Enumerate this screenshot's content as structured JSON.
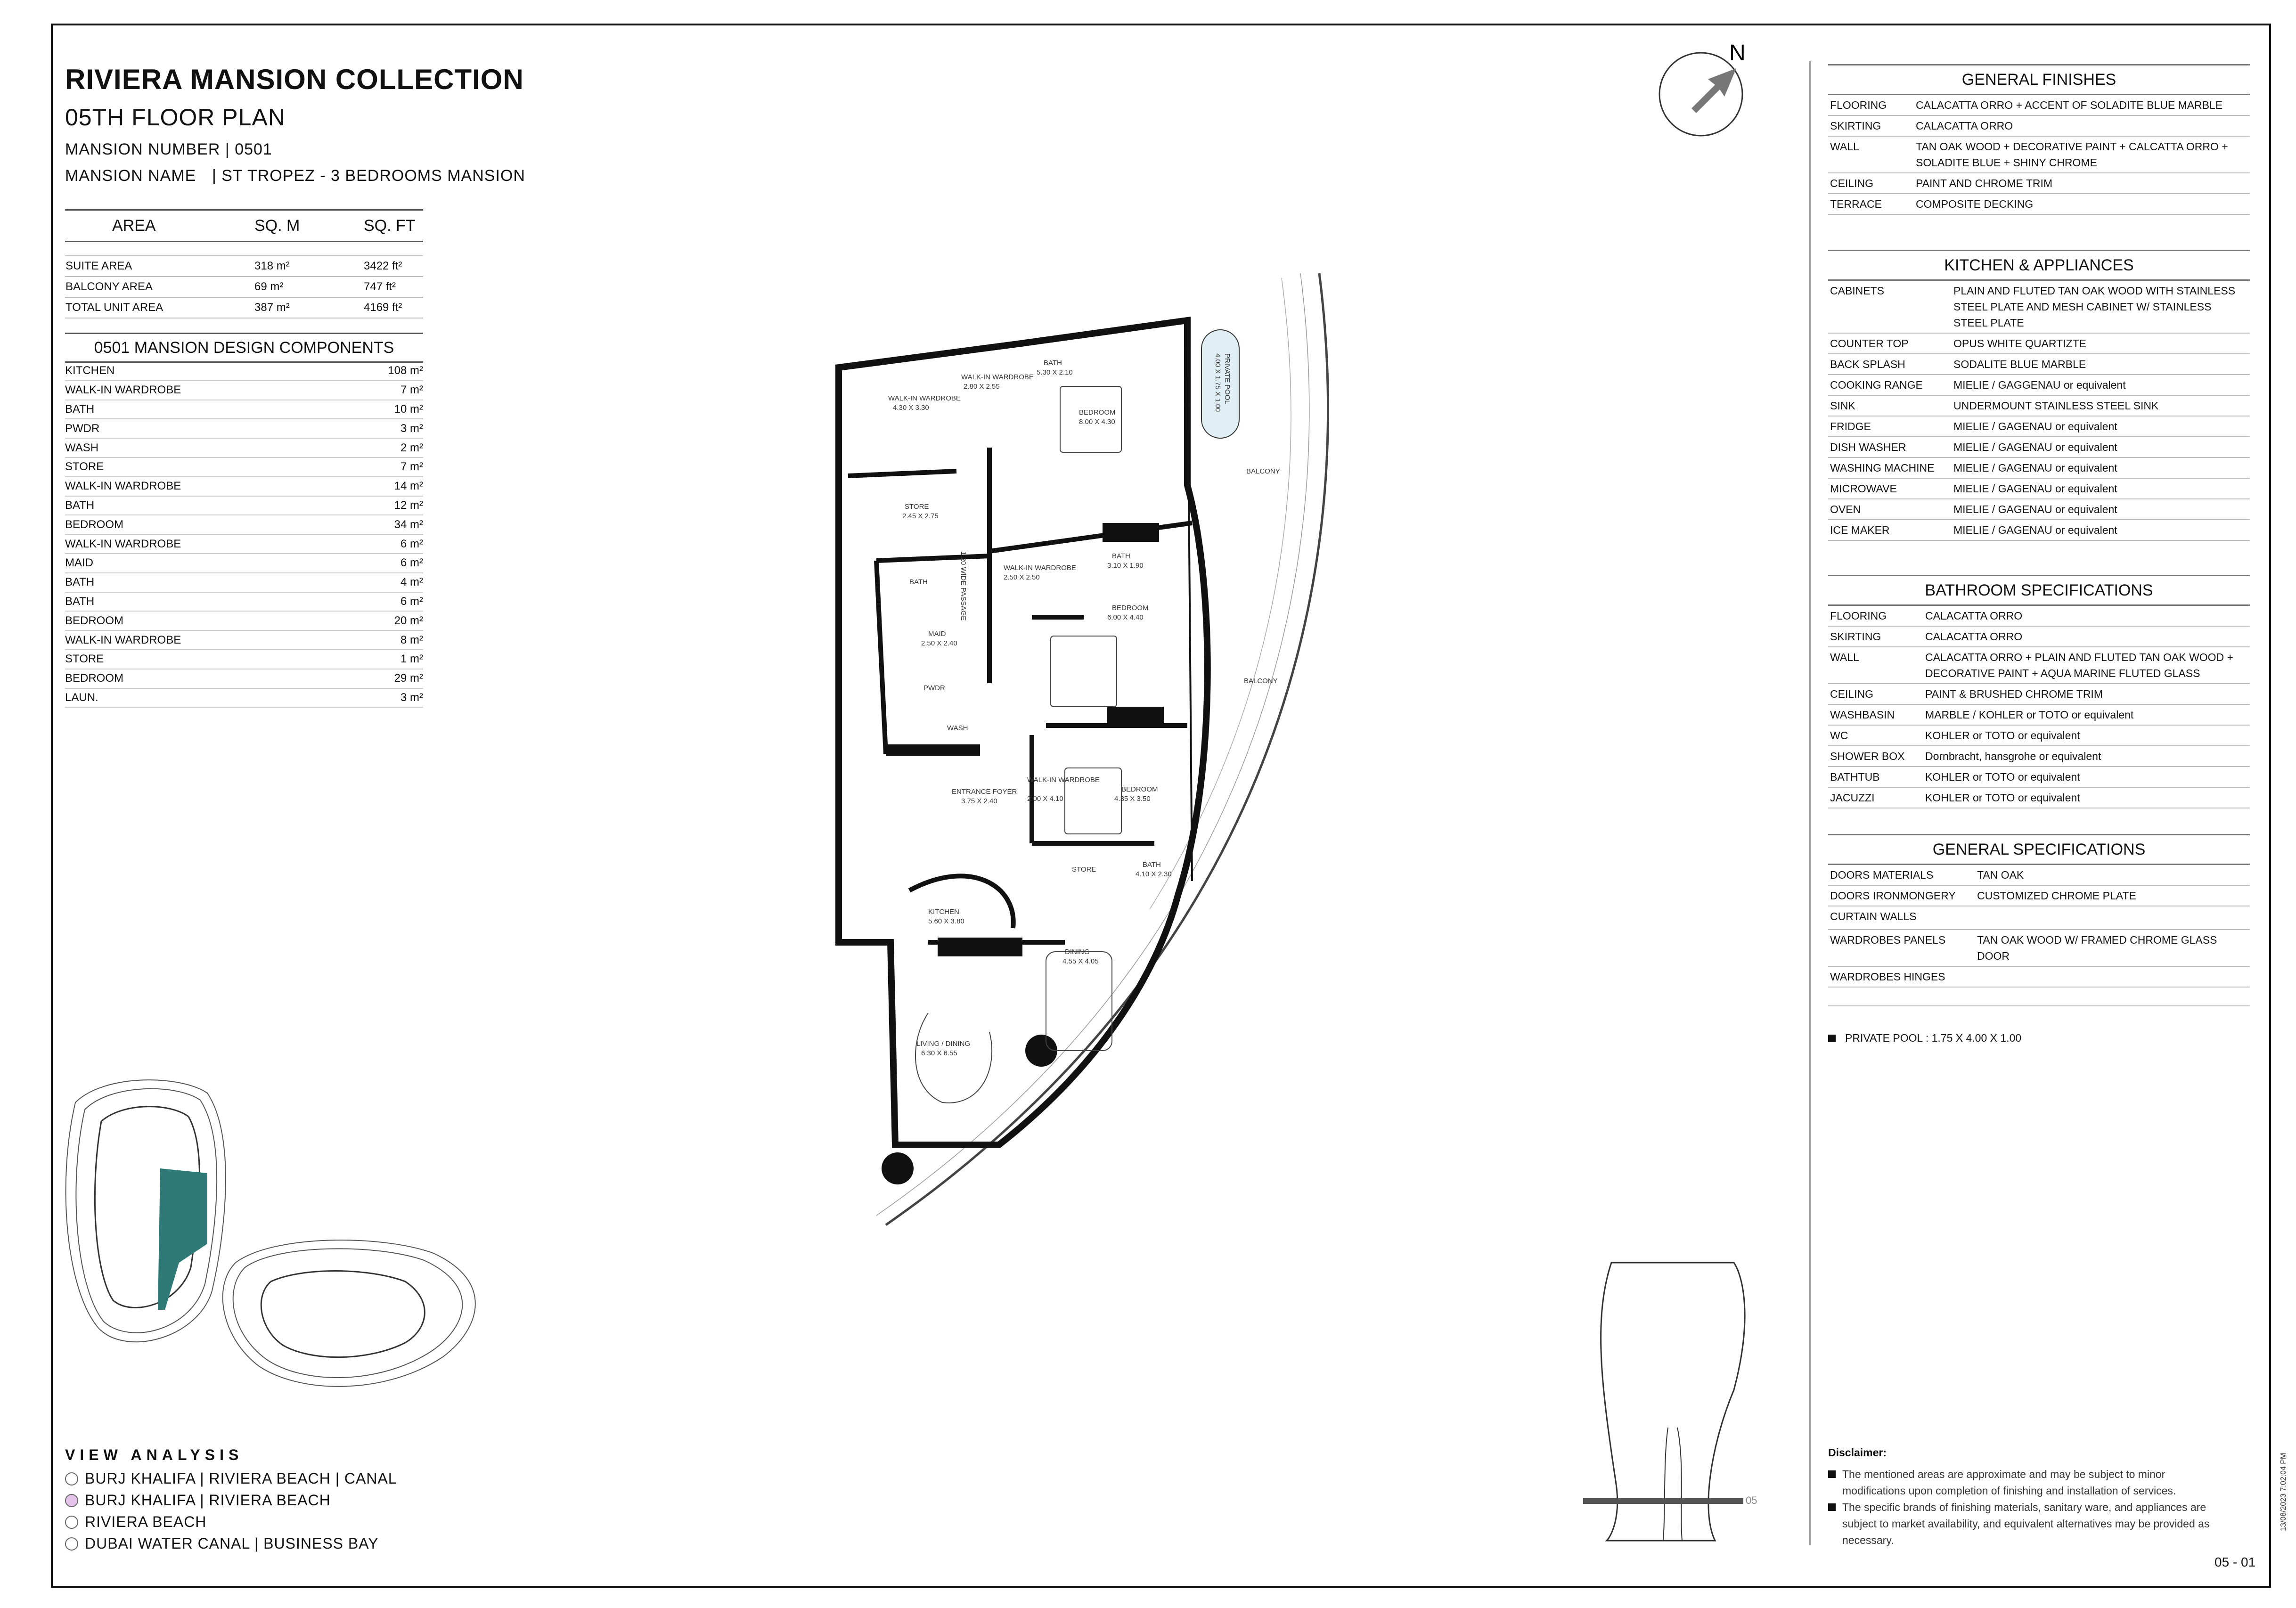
{
  "header": {
    "title": "RIVIERA MANSION COLLECTION",
    "subtitle": "05TH FLOOR PLAN",
    "mansion_number": "MANSION NUMBER | 0501",
    "mansion_name_label": "MANSION NAME",
    "mansion_name_value": "| ST TROPEZ - 3 BEDROOMS MANSION"
  },
  "area_table": {
    "headers": [
      "AREA",
      "SQ. M",
      "SQ. FT"
    ],
    "rows": [
      [
        "SUITE AREA",
        "318 m²",
        "3422 ft²"
      ],
      [
        "BALCONY AREA",
        "69 m²",
        "747 ft²"
      ],
      [
        "TOTAL UNIT AREA",
        "387 m²",
        "4169 ft²"
      ]
    ]
  },
  "components": {
    "title": "0501 MANSION DESIGN COMPONENTS",
    "rows": [
      [
        "KITCHEN",
        "108 m²"
      ],
      [
        "WALK-IN WARDROBE",
        "7 m²"
      ],
      [
        "BATH",
        "10 m²"
      ],
      [
        "PWDR",
        "3 m²"
      ],
      [
        "WASH",
        "2 m²"
      ],
      [
        "STORE",
        "7 m²"
      ],
      [
        "WALK-IN WARDROBE",
        "14 m²"
      ],
      [
        "BATH",
        "12 m²"
      ],
      [
        "BEDROOM",
        "34 m²"
      ],
      [
        "WALK-IN WARDROBE",
        "6 m²"
      ],
      [
        "MAID",
        "6 m²"
      ],
      [
        "BATH",
        "4 m²"
      ],
      [
        "BATH",
        "6 m²"
      ],
      [
        "BEDROOM",
        "20 m²"
      ],
      [
        "WALK-IN WARDROBE",
        "8 m²"
      ],
      [
        "STORE",
        "1 m²"
      ],
      [
        "BEDROOM",
        "29 m²"
      ],
      [
        "LAUN.",
        "3 m²"
      ]
    ]
  },
  "general_finishes": {
    "title": "GENERAL FINISHES",
    "rows": [
      [
        "FLOORING",
        "CALACATTA ORRO + ACCENT OF SOLADITE BLUE MARBLE"
      ],
      [
        "SKIRTING",
        "CALACATTA ORRO"
      ],
      [
        "WALL",
        "TAN OAK WOOD + DECORATIVE PAINT + CALCATTA ORRO + SOLADITE BLUE + SHINY CHROME"
      ],
      [
        "CEILING",
        "PAINT AND CHROME TRIM"
      ],
      [
        "TERRACE",
        "COMPOSITE DECKING"
      ]
    ]
  },
  "kitchen": {
    "title": "KITCHEN & APPLIANCES",
    "rows": [
      [
        "CABINETS",
        "PLAIN AND FLUTED TAN OAK WOOD WITH STAINLESS STEEL PLATE AND MESH CABINET W/ STAINLESS STEEL PLATE"
      ],
      [
        "COUNTER TOP",
        "OPUS WHITE QUARTIZTE"
      ],
      [
        "BACK SPLASH",
        "SODALITE BLUE MARBLE"
      ],
      [
        "COOKING RANGE",
        "MIELIE / GAGGENAU or equivalent"
      ],
      [
        "SINK",
        "UNDERMOUNT STAINLESS STEEL SINK"
      ],
      [
        "FRIDGE",
        "MIELIE / GAGENAU or equivalent"
      ],
      [
        "DISH WASHER",
        "MIELIE / GAGENAU or equivalent"
      ],
      [
        "WASHING MACHINE",
        "MIELIE / GAGENAU or equivalent"
      ],
      [
        "MICROWAVE",
        "MIELIE / GAGENAU or equivalent"
      ],
      [
        "OVEN",
        "MIELIE / GAGENAU or equivalent"
      ],
      [
        "ICE MAKER",
        "MIELIE / GAGENAU or equivalent"
      ]
    ]
  },
  "bathroom": {
    "title": "BATHROOM SPECIFICATIONS",
    "rows": [
      [
        "FLOORING",
        "CALACATTA ORRO"
      ],
      [
        "SKIRTING",
        "CALACATTA ORRO"
      ],
      [
        "WALL",
        "CALACATTA ORRO + PLAIN AND FLUTED TAN OAK WOOD + DECORATIVE PAINT + AQUA MARINE FLUTED GLASS"
      ],
      [
        "CEILING",
        "PAINT & BRUSHED CHROME TRIM"
      ],
      [
        "WASHBASIN",
        "MARBLE / KOHLER or TOTO or equivalent"
      ],
      [
        "WC",
        "KOHLER or TOTO or equivalent"
      ],
      [
        "SHOWER BOX",
        "Dornbracht, hansgrohe or equivalent"
      ],
      [
        "BATHTUB",
        "KOHLER or TOTO or equivalent"
      ],
      [
        "JACUZZI",
        "KOHLER or TOTO or equivalent"
      ]
    ]
  },
  "general_specs": {
    "title": "GENERAL SPECIFICATIONS",
    "rows": [
      [
        "DOORS MATERIALS",
        "TAN OAK"
      ],
      [
        "DOORS IRONMONGERY",
        "CUSTOMIZED CHROME PLATE"
      ],
      [
        "CURTAIN WALLS",
        ""
      ],
      [
        "WARDROBES PANELS",
        "TAN OAK WOOD W/ FRAMED CHROME GLASS DOOR"
      ],
      [
        "WARDROBES HINGES",
        ""
      ]
    ]
  },
  "private_pool": "PRIVATE POOL : 1.75 X 4.00 X 1.00",
  "north_label": "N",
  "floor_plan_labels": {
    "walkin1": "WALK-IN WARDROBE",
    "walkin1_dim": "4.30 X 3.30",
    "walkin2": "WALK-IN WARDROBE",
    "walkin2_dim": "2.80 X 2.55",
    "bath1": "BATH",
    "bath1_dim": "5.30 X 2.10",
    "bedroom1": "BEDROOM",
    "bedroom1_dim": "8.00 X 4.30",
    "store1": "STORE",
    "store1_dim": "2.45 X 2.75",
    "balcony1": "BALCONY",
    "pool": "PRIVATE POOL",
    "pool_dim": "4.00 X 1.75 X 1.00",
    "passage": "1.20 WIDE PASSAGE",
    "walkin3": "WALK-IN WARDROBE",
    "walkin3_dim": "2.50 X 2.50",
    "bath2": "BATH",
    "bath2_dim": "3.10 X 1.90",
    "bath3": "BATH",
    "bedroom2": "BEDROOM",
    "bedroom2_dim": "6.00 X 4.40",
    "maid": "MAID",
    "maid_dim": "2.50 X 2.40",
    "pwdr": "PWDR",
    "wash": "WASH",
    "balcony2": "BALCONY",
    "entrance": "ENTRANCE FOYER",
    "entrance_dim": "3.75 X 2.40",
    "walkin4": "WALK-IN WARDROBE",
    "walkin4_dim": "2.00 X 4.10",
    "bedroom3": "BEDROOM",
    "bedroom3_dim": "4.35 X 3.50",
    "store2": "STORE",
    "bath4": "BATH",
    "bath4_dim": "4.10 X 2.30",
    "kitchen": "KITCHEN",
    "kitchen_dim": "5.60 X 3.80",
    "dining": "DINING",
    "dining_dim": "4.55 X 4.05",
    "living": "LIVING / DINING",
    "living_dim": "6.30 X 6.55"
  },
  "view_analysis": {
    "title": "VIEW ANALYSIS",
    "items": [
      {
        "label": "BURJ KHALIFA | RIVIERA BEACH | CANAL",
        "selected": false
      },
      {
        "label": "BURJ KHALIFA | RIVIERA BEACH",
        "selected": true
      },
      {
        "label": "RIVIERA BEACH",
        "selected": false
      },
      {
        "label": "DUBAI WATER CANAL | BUSINESS BAY",
        "selected": false
      }
    ],
    "highlight_color": "#e6c3ea"
  },
  "floor_marker": "05",
  "disclaimer": {
    "title": "Disclaimer:",
    "items": [
      "The mentioned areas are approximate and may be subject to minor modifications upon completion of finishing and installation of services.",
      "The specific brands of finishing materials, sanitary ware, and appliances are subject to market availability, and equivalent alternatives may be provided as necessary."
    ]
  },
  "page_number": "05 - 01",
  "timestamp": "13/08/2023 7:02:04 PM",
  "colors": {
    "unit_highlight": "#2f7a76",
    "wall": "#111111"
  }
}
